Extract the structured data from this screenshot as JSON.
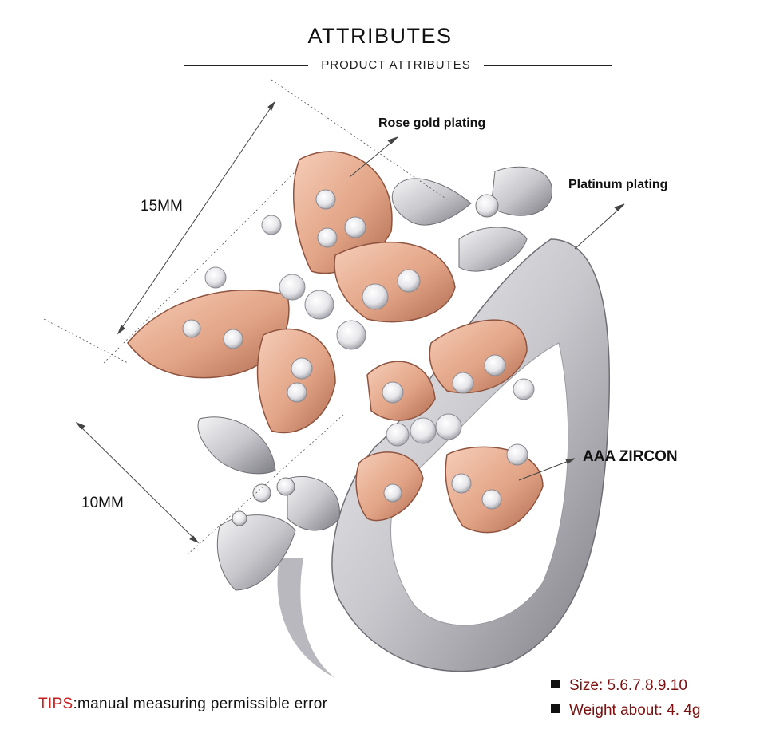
{
  "header": {
    "title": "ATTRIBUTES",
    "subtitle": "PRODUCT ATTRIBUTES"
  },
  "callouts": {
    "rose_gold": "Rose gold plating",
    "platinum": "Platinum plating",
    "zircon": "AAA ZIRCON"
  },
  "dimensions": {
    "length": "15MM",
    "width": "10MM"
  },
  "tips": {
    "label": "TIPS",
    "text": ":manual measuring permissible error"
  },
  "specs": [
    {
      "text": "Size: 5.6.7.8.9.10"
    },
    {
      "text": "Weight about: 4. 4g"
    }
  ],
  "colors": {
    "rose_gold": "#e3a88e",
    "rose_gold_dark": "#b97559",
    "silver": "#d9d9dc",
    "silver_dark": "#8e8e94",
    "tips_label": "#c81e1e",
    "spec_text": "#7a1010"
  }
}
